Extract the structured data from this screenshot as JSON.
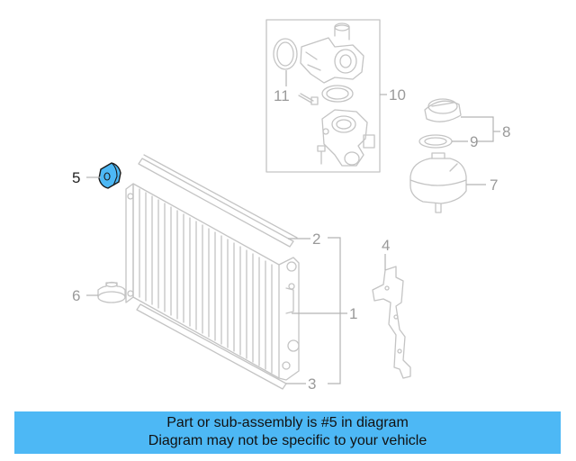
{
  "colors": {
    "banner_bg": "#4db8f5",
    "highlight_part": "#4db8f5",
    "part_stroke": "#c4c4c4",
    "callout_text": "#9a9a9a",
    "callout_active_text": "#222222"
  },
  "callouts": {
    "c1": "1",
    "c2": "2",
    "c3": "3",
    "c4": "4",
    "c5": "5",
    "c6": "6",
    "c7": "7",
    "c8": "8",
    "c9": "9",
    "c10": "10",
    "c11": "11"
  },
  "banner": {
    "line1": "Part or sub-assembly is #5 in diagram",
    "line2": "Diagram may not be specific to your vehicle"
  }
}
